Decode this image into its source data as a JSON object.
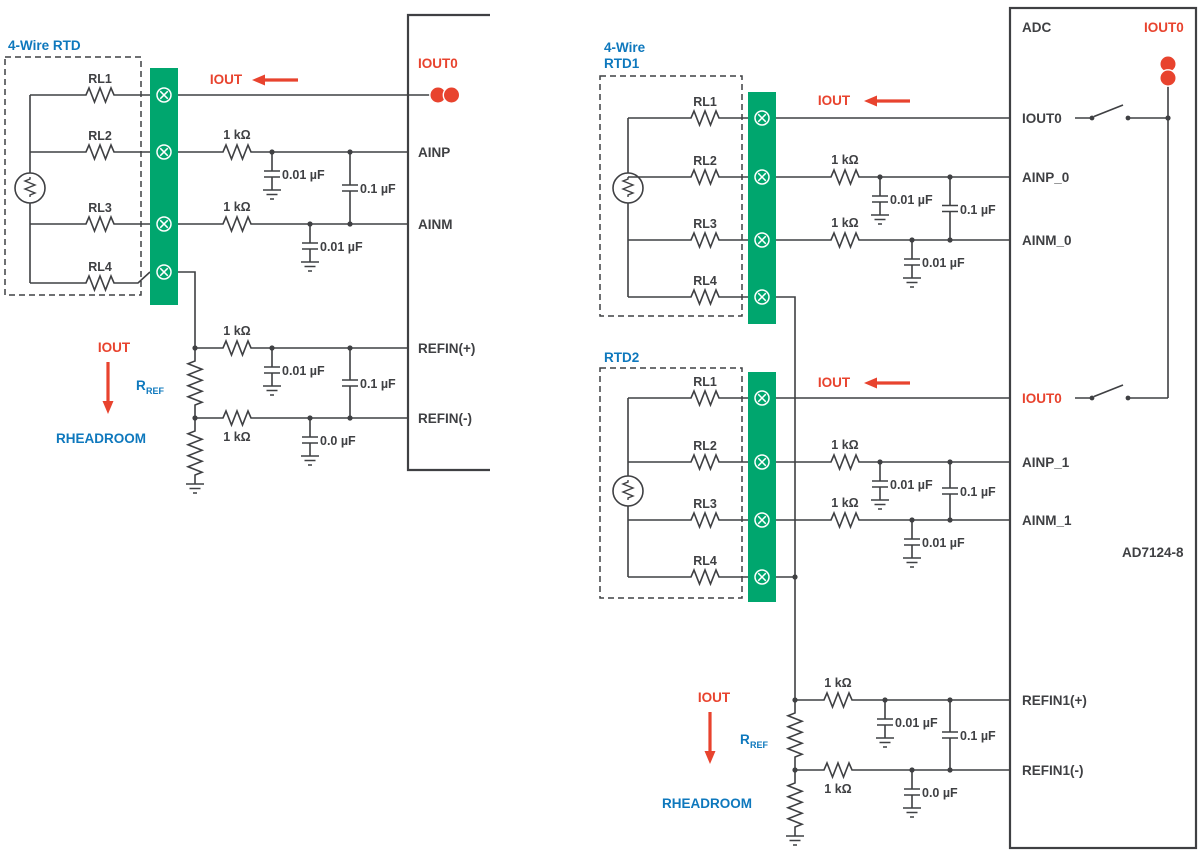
{
  "diagram": {
    "left": {
      "title": "4-Wire RTD",
      "pins": {
        "iout0": "IOUT0",
        "ainp": "AINP",
        "ainm": "AINM",
        "refin_p": "REFIN(+)",
        "refin_m": "REFIN(-)"
      }
    },
    "right": {
      "title_line1": "4-Wire",
      "title_line2": "RTD1",
      "rtd2_title": "RTD2",
      "adc_label": "ADC",
      "chip_label": "AD7124-8",
      "iout0_top": "IOUT0",
      "pins": {
        "iout0_ch0": "IOUT0",
        "ainp0": "AINP_0",
        "ainm0": "AINM_0",
        "iout0_ch1": "IOUT0",
        "ainp1": "AINP_1",
        "ainm1": "AINM_1",
        "refin1_p": "REFIN1(+)",
        "refin1_m": "REFIN1(-)"
      }
    },
    "common": {
      "rl": [
        "RL1",
        "RL2",
        "RL3",
        "RL4"
      ],
      "r_1k": "1 kΩ",
      "c_001": "0.01 µF",
      "c_01": "0.1 µF",
      "c_00": "0.0 µF",
      "iout": "IOUT",
      "r_sym": "R",
      "ref_sub": "REF",
      "rheadroom": "RHEADROOM"
    },
    "colors": {
      "blue": "#0e78bd",
      "red": "#e8432e",
      "green": "#00a66e",
      "line": "#3f4043"
    }
  }
}
